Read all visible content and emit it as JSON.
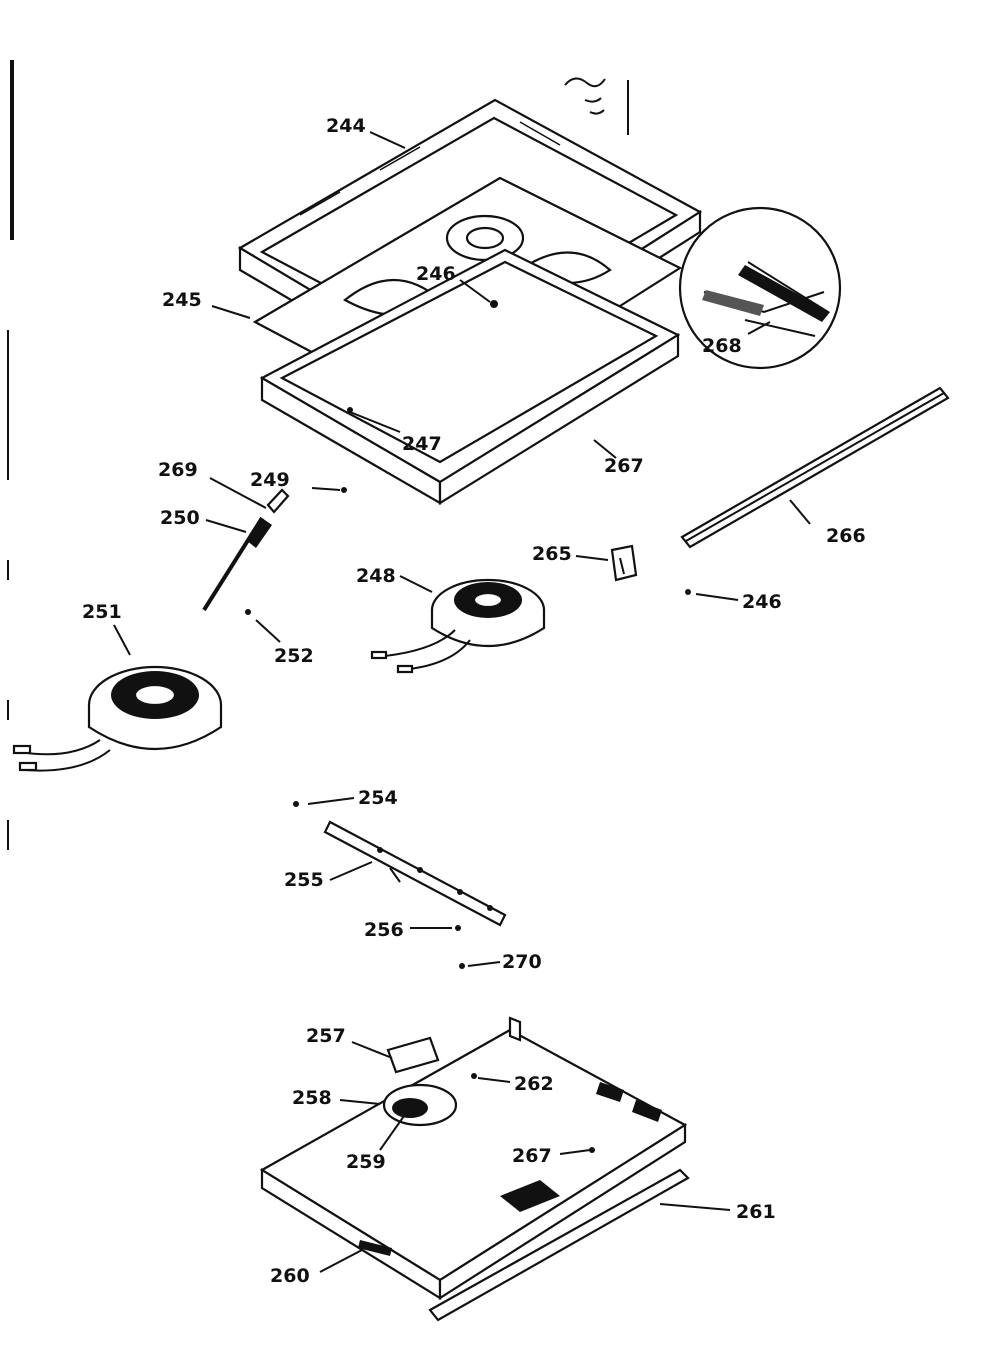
{
  "diagram": {
    "labels": {
      "l244": "244",
      "l245": "245",
      "l246a": "246",
      "l246b": "246",
      "l247": "247",
      "l248": "248",
      "l249": "249",
      "l250": "250",
      "l251": "251",
      "l252": "252",
      "l254": "254",
      "l255": "255",
      "l256": "256",
      "l257": "257",
      "l258": "258",
      "l259": "259",
      "l260": "260",
      "l261": "261",
      "l262": "262",
      "l265": "265",
      "l266": "266",
      "l267a": "267",
      "l267b": "267",
      "l268": "268",
      "l269": "269",
      "l270": "270"
    }
  }
}
